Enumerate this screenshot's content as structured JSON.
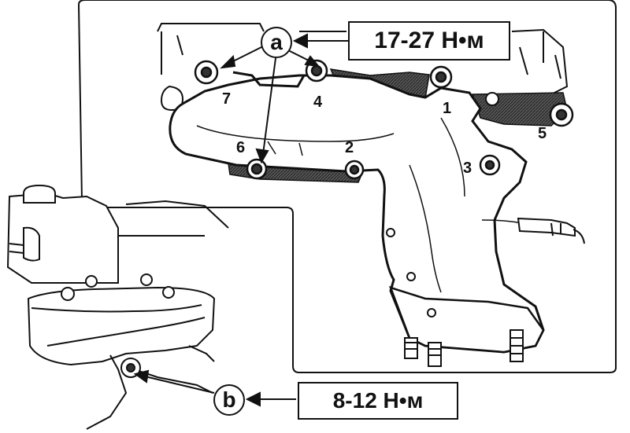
{
  "callouts": {
    "a": {
      "letter": "a",
      "torque": "17-27 Н•м"
    },
    "b": {
      "letter": "b",
      "torque": "8-12 Н•м"
    }
  },
  "bolt_numbers": [
    "1",
    "2",
    "3",
    "4",
    "5",
    "6",
    "7"
  ]
}
